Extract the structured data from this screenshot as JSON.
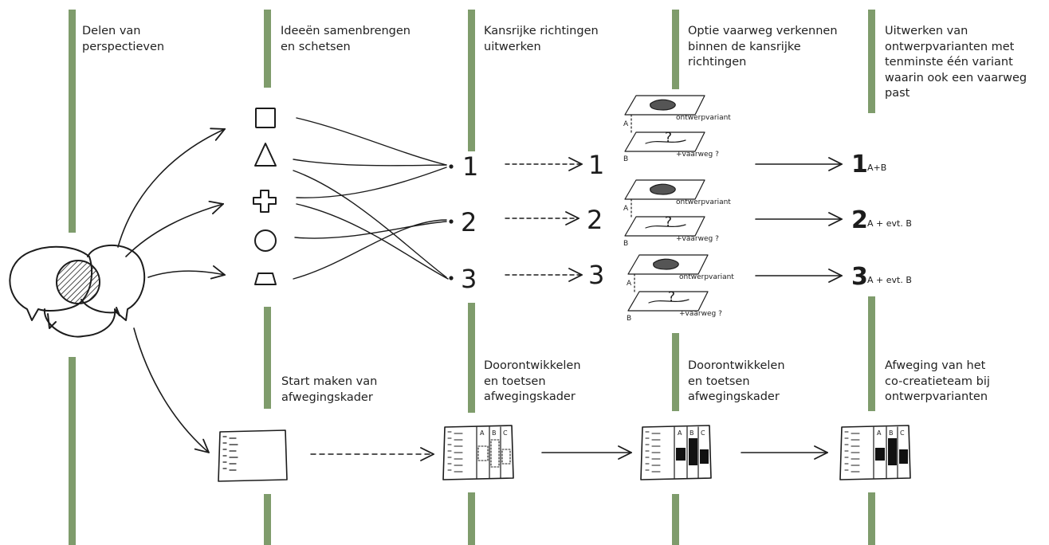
{
  "colors": {
    "bar": "#7f9c6c",
    "ink": "#1c1c1c",
    "suffix_gray": "#888888"
  },
  "stage_labels": {
    "s1": "Delen van\nperspectieven",
    "s2": "Ideeën samenbrengen\nen schetsen",
    "s3": "Kansrijke richtingen\nuitwerken",
    "s4": "Optie vaarweg verkennen\nbinnen de kansrijke\nrichtingen",
    "s5": "Uitwerken van\nontwerpvarianten met\ntenminste één variant\nwaarin ook een vaarweg\npast"
  },
  "framework_labels": {
    "f1": "Start maken van\nafwegingskader",
    "f2": "Doorontwikkelen\nen toetsen\nafwegingskader",
    "f3": "Doorontwikkelen\nen toetsen\nafwegingskader",
    "f4": "Afweging van het\nco-creatieteam bij\nontwerpvarianten"
  },
  "idea_shapes": [
    "square-icon",
    "triangle-icon",
    "cross-icon",
    "circle-icon",
    "trapezoid-icon"
  ],
  "directions": {
    "numbers": [
      "1",
      "2",
      "3"
    ],
    "results": [
      "1",
      "2",
      "3"
    ],
    "final": [
      {
        "num": "1",
        "suffix": "A+B"
      },
      {
        "num": "2",
        "suffix": "A + evt. B"
      },
      {
        "num": "3",
        "suffix": "A + evt. B"
      }
    ]
  },
  "sheet": {
    "layer_a": "A",
    "layer_b": "B",
    "variant": "ontwerpvariant",
    "waterway": "+vaarweg ?",
    "question": "?"
  },
  "table_columns": [
    "A",
    "B",
    "C"
  ]
}
